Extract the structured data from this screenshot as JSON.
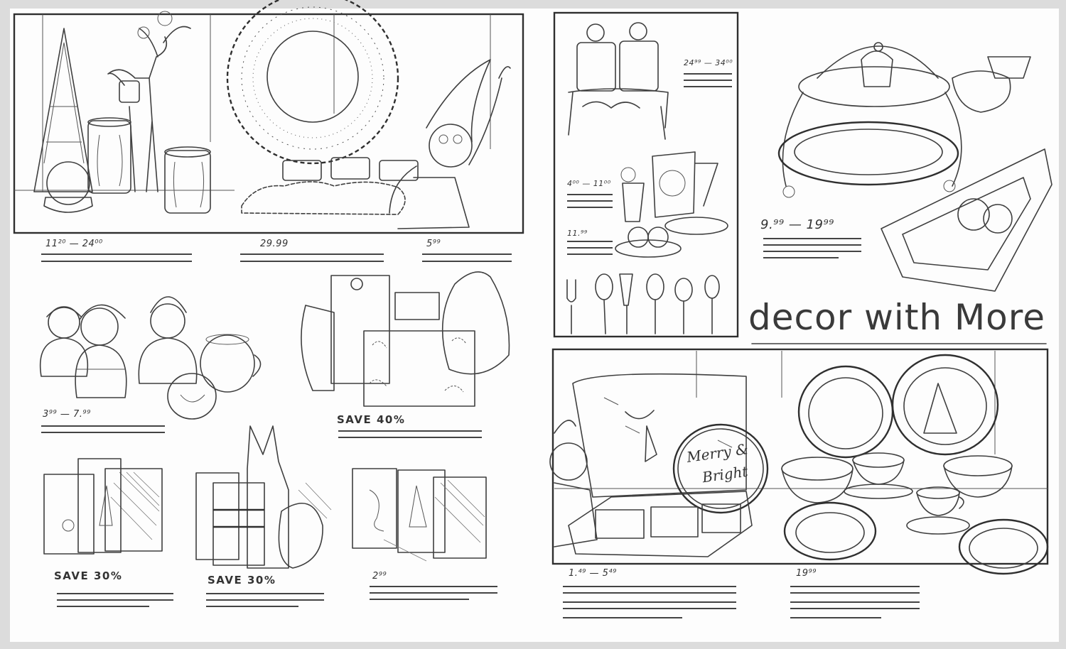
{
  "headline": "decor with More",
  "prices": {
    "panel_a": "11²⁰ — 24⁰⁰",
    "wreath": "29.99",
    "elf": "5⁹⁹",
    "figurines": "3⁹⁹ — 7.⁹⁹",
    "towels_save": "SAVE 40%",
    "cards_a_save": "SAVE 30%",
    "mitts_save": "SAVE 30%",
    "cards_b": "2⁹⁹",
    "canisters": "24⁹⁹ — 34⁰⁰",
    "glasses": "4⁰⁰ — 11⁰⁰",
    "pitcher": "11.⁹⁹",
    "server": "9.⁹⁹ — 19⁹⁹",
    "platters": "1.⁴⁹ — 5⁴⁹",
    "dinnerware": "19⁹⁹"
  },
  "lettering": {
    "merry": "Merry &",
    "bright": "Bright"
  }
}
